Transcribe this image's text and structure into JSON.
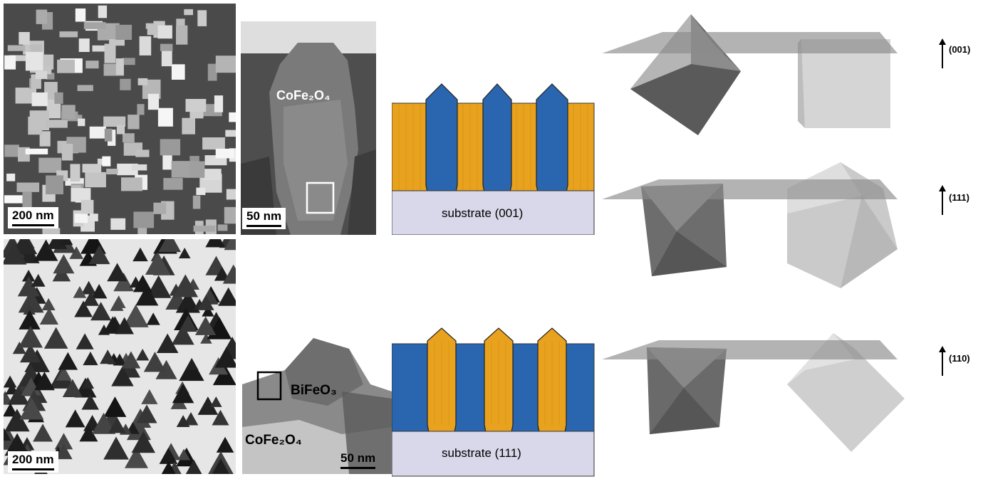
{
  "tem_top_left": {
    "scale": "200 nm"
  },
  "tem_top_mid": {
    "label": "CoFe₂O₄",
    "scale": "50 nm"
  },
  "schematic_top": {
    "substrate": "substrate (001)"
  },
  "tem_bottom_left": {
    "scale": "200 nm"
  },
  "tem_bottom_mid": {
    "label_bfo": "BiFeO₃",
    "label_cfo": "CoFe₂O₄",
    "scale": "50 nm"
  },
  "schematic_bottom": {
    "substrate": "substrate (111)"
  },
  "orientations": [
    "(001)",
    "(111)",
    "(110)"
  ],
  "colors": {
    "orange": "#e8a21e",
    "blue": "#2a66b0",
    "substrate": "#d9d8ea",
    "plane": "#8a8a8a"
  }
}
